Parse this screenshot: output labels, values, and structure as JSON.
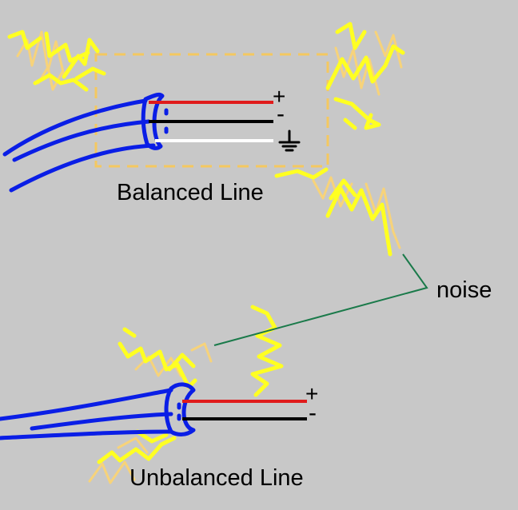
{
  "balanced": {
    "label": "Balanced Line",
    "plus": "+",
    "minus": "-"
  },
  "unbalanced": {
    "label": "Unbalanced Line",
    "plus": "+",
    "minus": "-"
  },
  "noise_label": "noise",
  "icons": [
    "ground-icon",
    "lightning-icon"
  ],
  "colors": {
    "background": "#c8c8c8",
    "cable": "#0a1ee6",
    "hot_wire": "#e01b1b",
    "cold_wire": "#000000",
    "ground_wire": "#ffffff",
    "noise_bright": "#ffff22",
    "noise_faint": "#f7d37a",
    "shield_box": "#f4c860",
    "pointer_line": "#1a7a4a"
  }
}
